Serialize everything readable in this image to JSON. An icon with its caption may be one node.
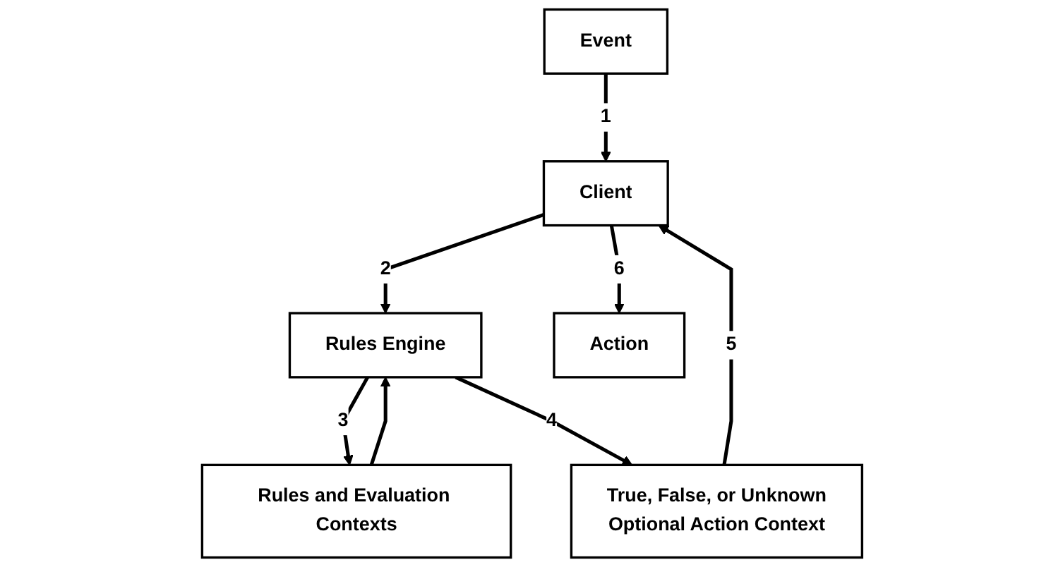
{
  "diagram": {
    "nodes": [
      {
        "text": [
          "Event"
        ]
      },
      {
        "text": [
          "Client"
        ]
      },
      {
        "text": [
          "Rules Engine"
        ]
      },
      {
        "text": [
          "Rules and Evaluation Contexts"
        ]
      },
      {
        "text": [
          "True, False, or Unknown",
          "Optional Action Context"
        ]
      },
      {
        "text": [
          "Action"
        ]
      }
    ],
    "edges": [
      {
        "from": 0,
        "to": 1,
        "arrow": "to",
        "label": "1"
      },
      {
        "from": 1,
        "to": 2,
        "arrow": "to",
        "label": "2"
      },
      {
        "from": 2,
        "to": 3,
        "arrow": "to",
        "label": "3"
      },
      {
        "from": 3,
        "to": 2,
        "arrow": "to"
      },
      {
        "from": 2,
        "to": 4,
        "arrow": "to",
        "label": "4"
      },
      {
        "from": 4,
        "to": 1,
        "arrow": "to",
        "label": "5"
      },
      {
        "from": 1,
        "to": 5,
        "arrow": "to",
        "label": "6"
      }
    ]
  }
}
